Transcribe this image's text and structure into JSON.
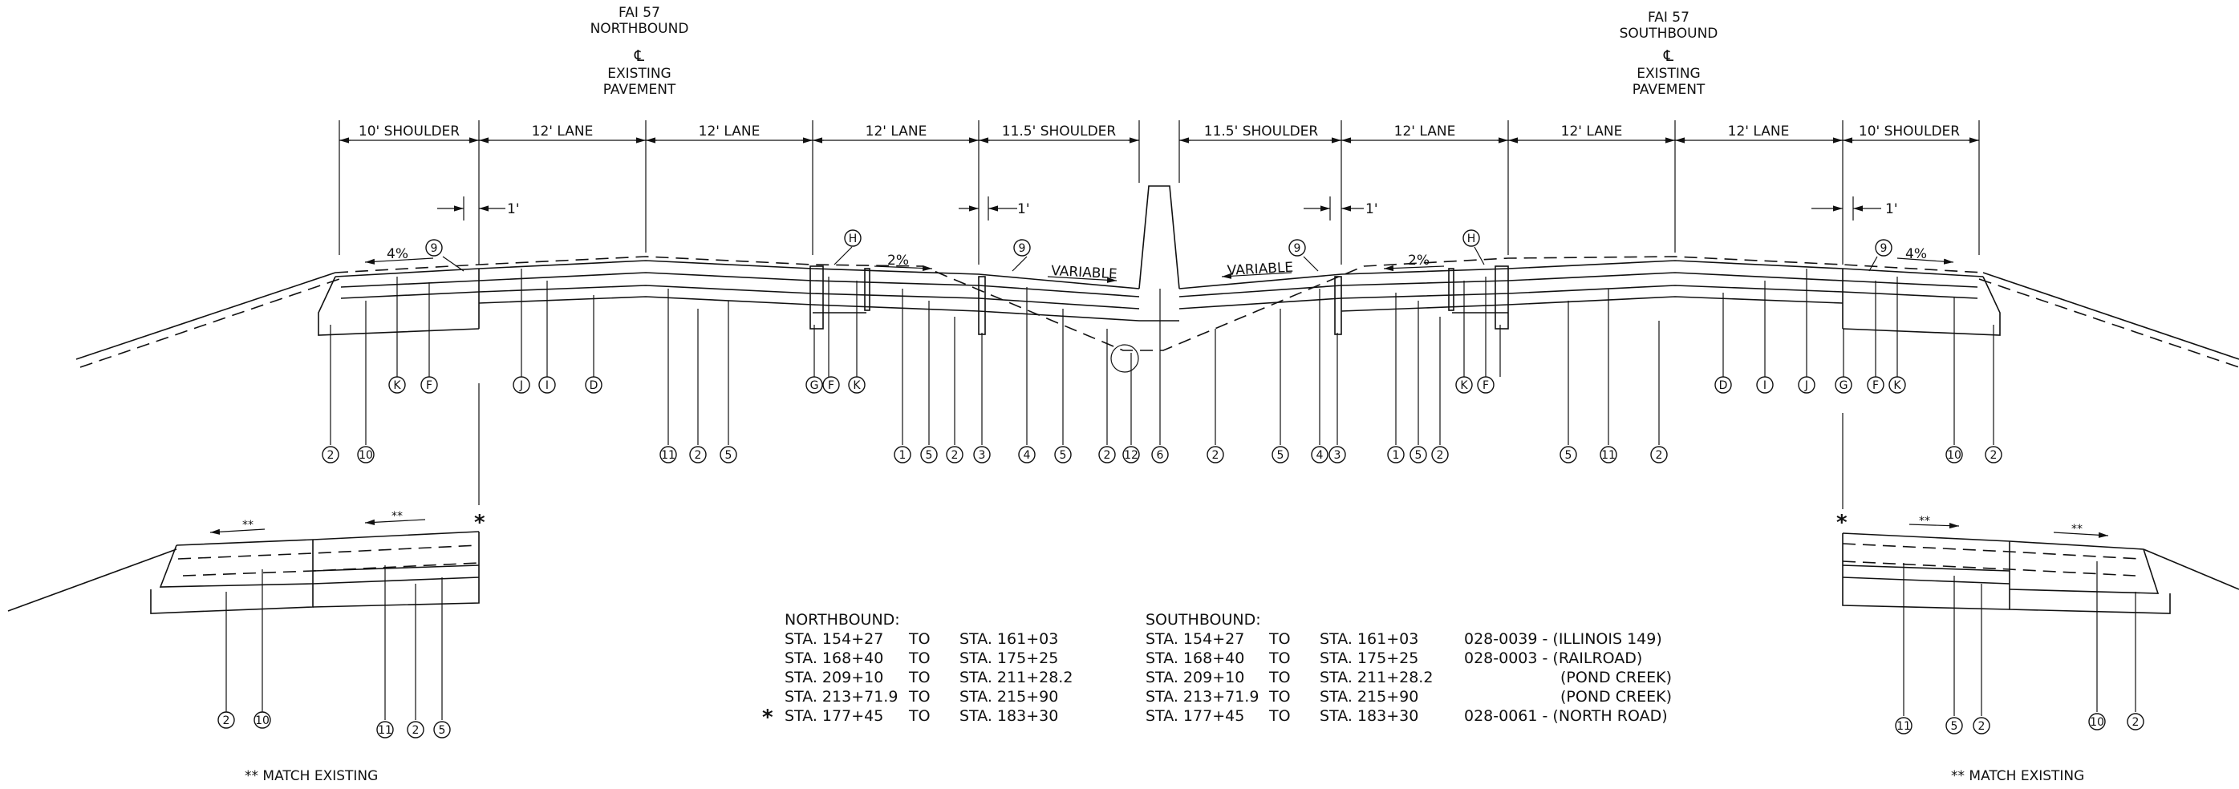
{
  "header": {
    "nb_route": "FAI 57",
    "nb_direction": "NORTHBOUND",
    "nb_cl_symbol": "℄",
    "nb_existing": "EXISTING",
    "nb_pavement": "PAVEMENT",
    "sb_route": "FAI 57",
    "sb_direction": "SOUTHBOUND",
    "sb_cl_symbol": "℄",
    "sb_existing": "EXISTING",
    "sb_pavement": "PAVEMENT"
  },
  "dims": {
    "nb_shoulder": "10' SHOULDER",
    "nb_lane1": "12' LANE",
    "nb_lane2": "12' LANE",
    "nb_lane3": "12' LANE",
    "nb_median_shoulder": "11.5' SHOULDER",
    "sb_median_shoulder": "11.5' SHOULDER",
    "sb_lane1": "12' LANE",
    "sb_lane2": "12' LANE",
    "sb_lane3": "12' LANE",
    "sb_shoulder": "10' SHOULDER",
    "one_foot": "1'"
  },
  "slopes": {
    "nb_outer": "4%",
    "nb_inner": "2%",
    "nb_variable": "VARIABLE",
    "sb_variable": "VARIABLE",
    "sb_inner": "2%",
    "sb_outer": "4%",
    "match": "**"
  },
  "callouts": {
    "c1": "1",
    "c2": "2",
    "c3": "3",
    "c4": "4",
    "c5": "5",
    "c6": "6",
    "c9": "9",
    "c10": "10",
    "c11": "11",
    "c12": "12",
    "D": "D",
    "F": "F",
    "G": "G",
    "H": "H",
    "I": "I",
    "J": "J",
    "K": "K"
  },
  "notes": {
    "star": "*",
    "match_existing": "** MATCH EXISTING"
  },
  "stations": {
    "nb_heading": "NORTHBOUND:",
    "sb_heading": "SOUTHBOUND:",
    "nb_rows": [
      {
        "mark": "",
        "sta1": "STA. 154+27",
        "to": "TO",
        "sta2": "STA. 161+03"
      },
      {
        "mark": "",
        "sta1": "STA. 168+40",
        "to": "TO",
        "sta2": "STA. 175+25"
      },
      {
        "mark": "",
        "sta1": "STA. 209+10",
        "to": "TO",
        "sta2": "STA. 211+28.2"
      },
      {
        "mark": "",
        "sta1": "STA. 213+71.9",
        "to": "TO",
        "sta2": "STA. 215+90"
      },
      {
        "mark": "*",
        "sta1": "STA. 177+45",
        "to": "TO",
        "sta2": "STA. 183+30"
      }
    ],
    "sb_rows": [
      {
        "sta1": "STA. 154+27",
        "to": "TO",
        "sta2": "STA. 161+03",
        "structure": "028-0039 - (ILLINOIS 149)"
      },
      {
        "sta1": "STA. 168+40",
        "to": "TO",
        "sta2": "STA. 175+25",
        "structure": "028-0003 - (RAILROAD)"
      },
      {
        "sta1": "STA. 209+10",
        "to": "TO",
        "sta2": "STA. 211+28.2",
        "structure": "(POND CREEK)"
      },
      {
        "sta1": "STA. 213+71.9",
        "to": "TO",
        "sta2": "STA. 215+90",
        "structure": "(POND CREEK)"
      },
      {
        "sta1": "STA. 177+45",
        "to": "TO",
        "sta2": "STA. 183+30",
        "structure": "028-0061 - (NORTH ROAD)"
      }
    ]
  }
}
